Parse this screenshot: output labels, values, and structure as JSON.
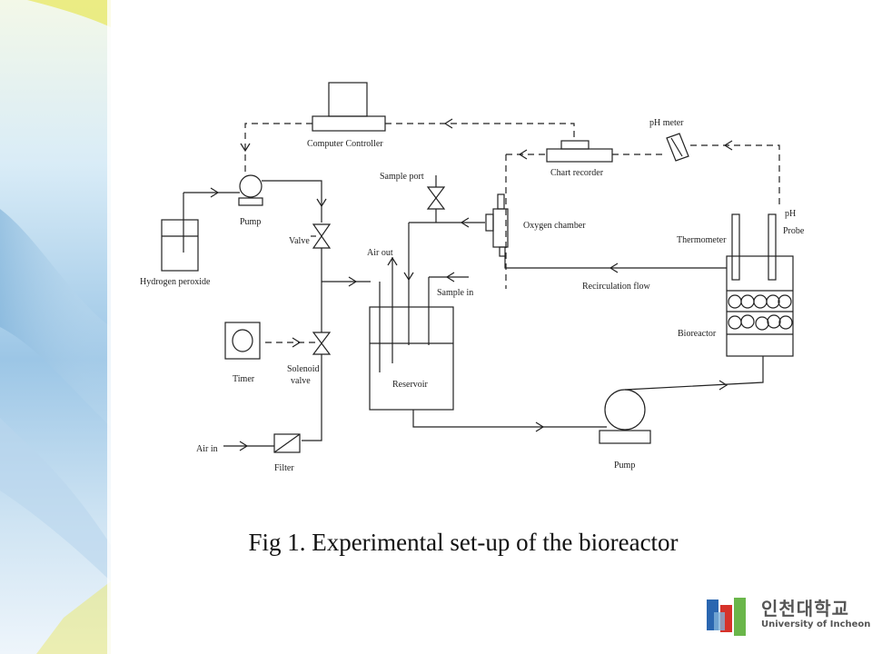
{
  "caption": "Fig 1. Experimental set-up of the bioreactor",
  "labels": {
    "computer_controller": "Computer Controller",
    "ph_meter": "pH meter",
    "chart_recorder": "Chart recorder",
    "sample_port": "Sample port",
    "oxygen_chamber": "Oxygen chamber",
    "pump_top": "Pump",
    "valve": "Valve",
    "hydrogen_peroxide": "Hydrogen peroxide",
    "air_out": "Air out",
    "sample_in": "Sample in",
    "thermometer": "Thermometer",
    "ph": "pH",
    "probe": "Probe",
    "recirculation_flow": "Recirculation flow",
    "bioreactor": "Bioreactor",
    "timer": "Timer",
    "solenoid": "Solenoid",
    "valve2": "valve",
    "reservoir": "Reservoir",
    "air_in": "Air in",
    "filter": "Filter",
    "pump_bottom": "Pump"
  },
  "logo": {
    "korean": "인천대학교",
    "english": "University of Incheon"
  },
  "colors": {
    "sidebar_light": "#e6f2fa",
    "sidebar_blue": "#7fb2d9",
    "sidebar_yellow": "#e9e86a",
    "logo_blue": "#2a66b0",
    "logo_green": "#6ab64a",
    "logo_red": "#d6322a"
  }
}
